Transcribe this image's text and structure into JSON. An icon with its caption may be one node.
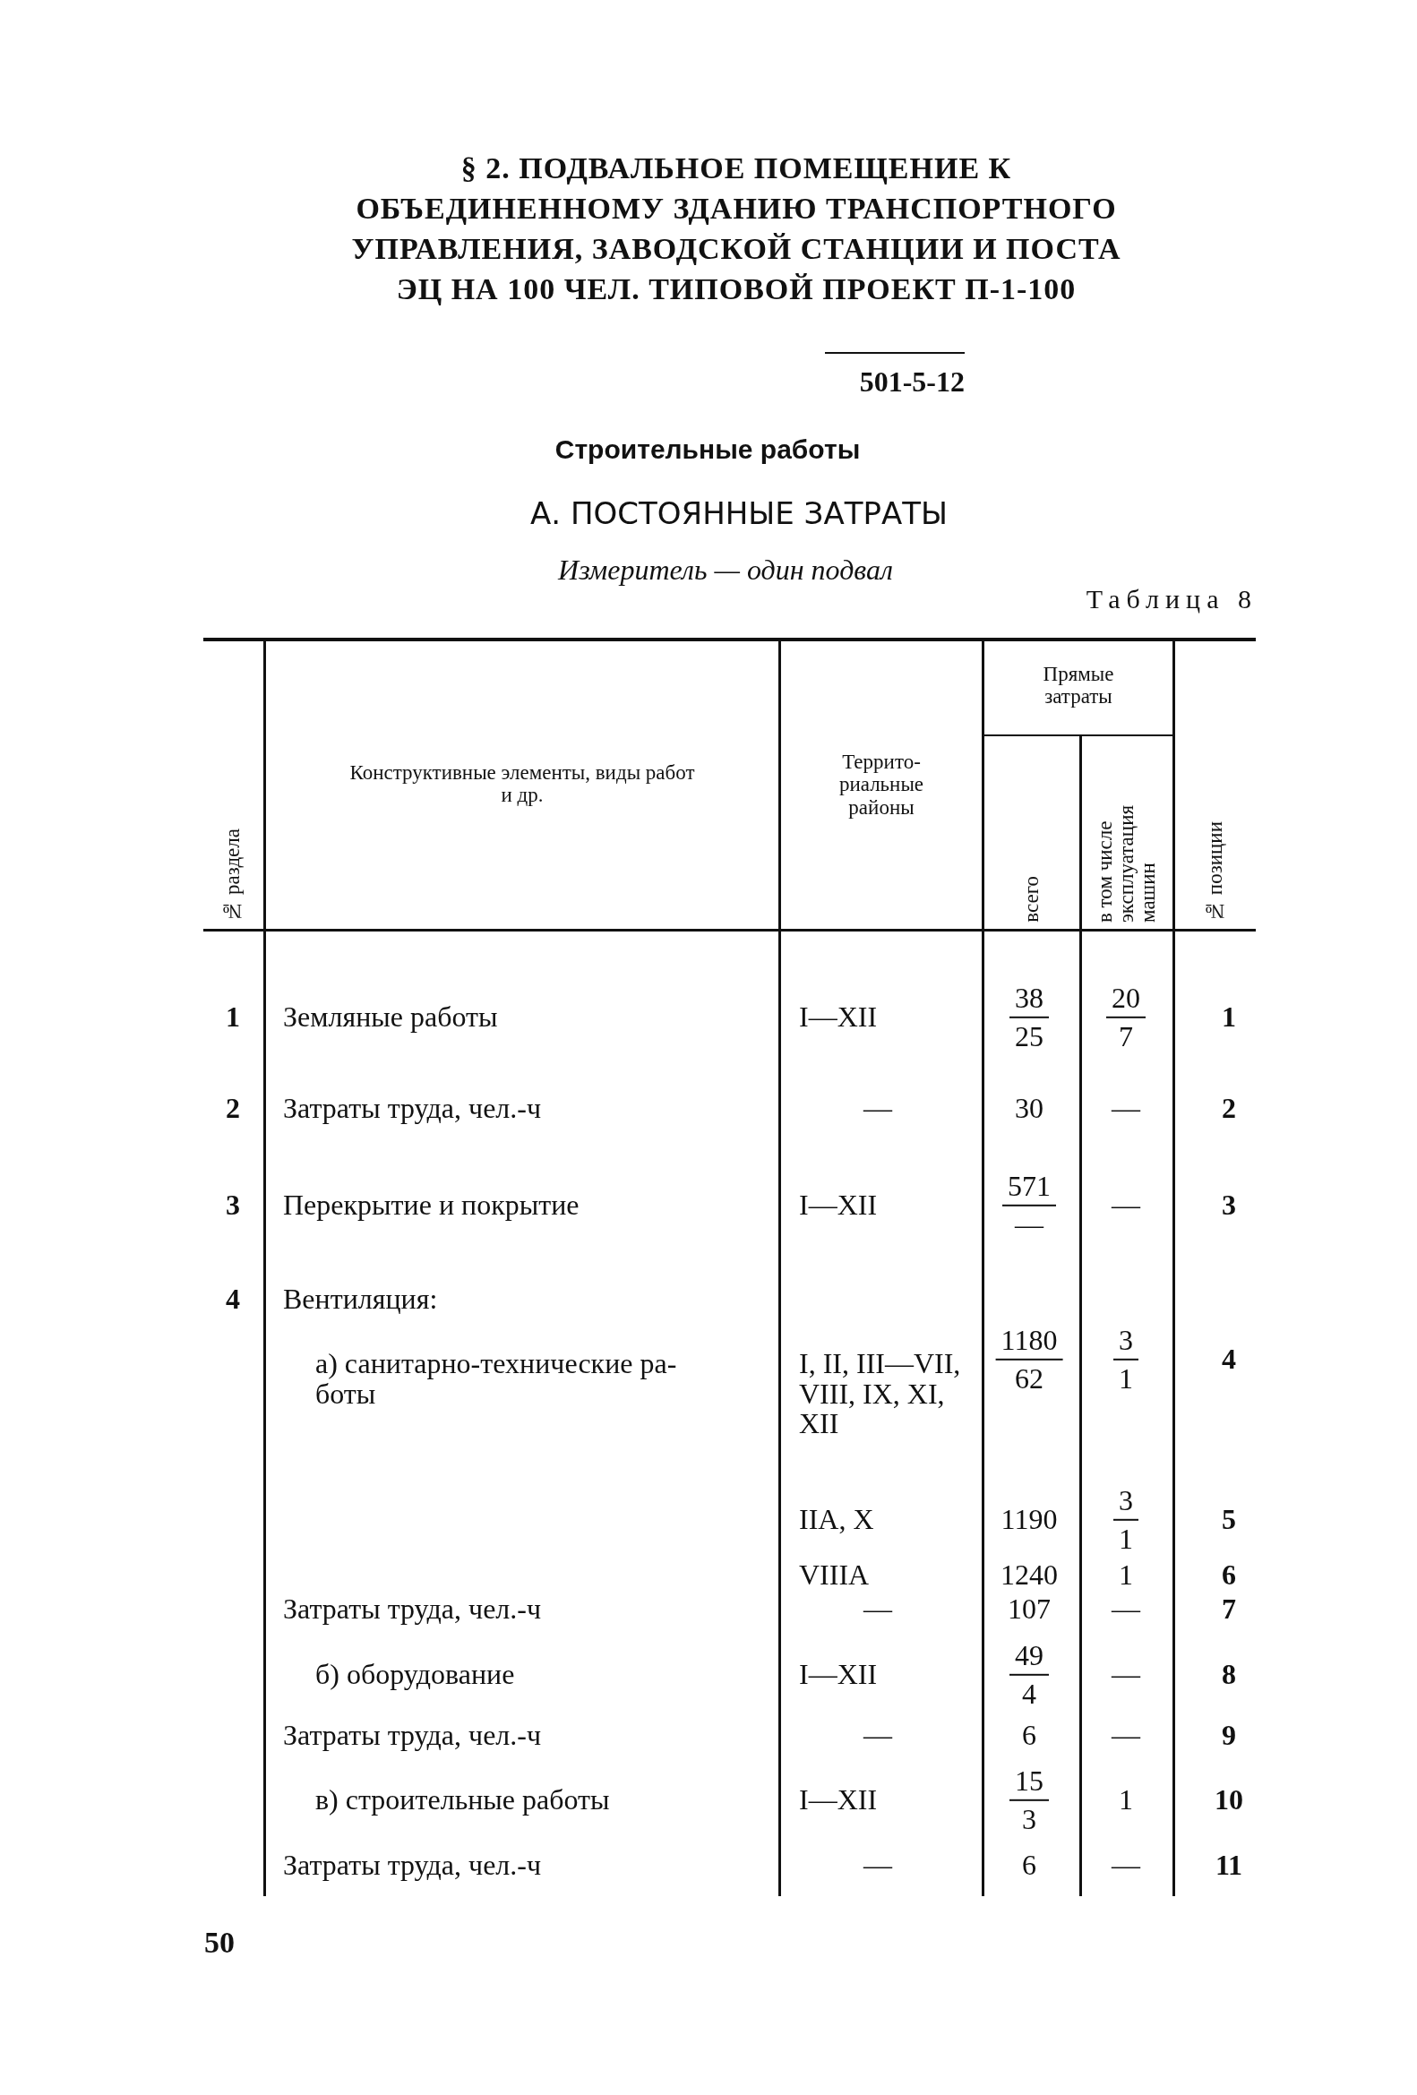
{
  "diagram": {
    "title": "§ 2. ПОДВАЛЬНОЕ ПОМЕЩЕНИЕ К ОБЪЕДИНЕННОМУ ЗДАНИЮ ТРАНСПОРТНОГО УПРАВЛЕНИЯ, ЗАВОДСКОЙ СТАНЦИИ И ПОСТА ЭЦ НА 100 ЧЕЛ. ТИПОВОЙ ПРОЕКТ П-1-100",
    "labels": [
      "501-5-12",
      "Строительные работы",
      "А. ПОСТОЯННЫЕ ЗАТРАТЫ",
      "Измеритель — один подвал",
      "Таблица 8",
      "№ раздела",
      "Конструктивные элементы, виды работ и др.",
      "Террито- риальные районы",
      "Прямые затраты",
      "всего",
      "в том числе эксплуатация машин",
      "№ позиции",
      "1",
      "Земляные работы",
      "I—XII",
      "38",
      "25",
      "20",
      "7",
      "1",
      "2",
      "Затраты труда, чел.-ч",
      "—",
      "30",
      "—",
      "2",
      "3",
      "Перекрытие и покрытие",
      "I—XII",
      "571",
      "—",
      "—",
      "3",
      "4",
      "Вентиляция:",
      "а) санитарно-технические ра- боты",
      "I, II, III—VII, VIII, IX, XI, XII",
      "1180",
      "62",
      "3",
      "1",
      "4",
      "IIA, X",
      "1190",
      "3",
      "1",
      "5",
      "VIIIA",
      "1240",
      "1",
      "6",
      "Затраты труда, чел.-ч",
      "—",
      "107",
      "—",
      "7",
      "б) оборудование",
      "I—XII",
      "49",
      "4",
      "—",
      "8",
      "Затраты труда, чел.-ч",
      "—",
      "6",
      "—",
      "9",
      "в) строительные работы",
      "I—XII",
      "15",
      "3",
      "1",
      "10",
      "Затраты труда, чел.-ч",
      "—",
      "6",
      "—",
      "11",
      "50"
    ]
  }
}
